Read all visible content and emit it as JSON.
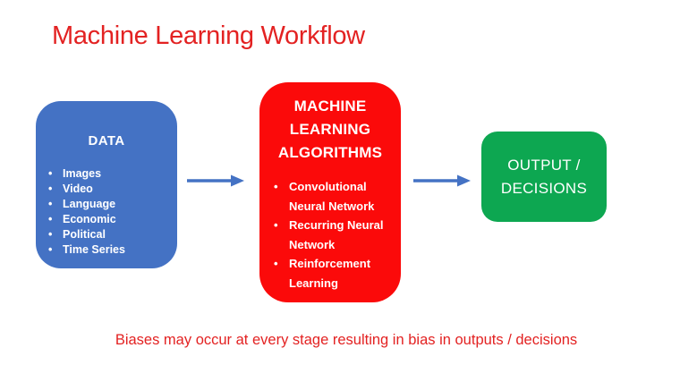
{
  "title": "Machine Learning Workflow",
  "caption": "Biases may occur at every stage resulting in bias in outputs / decisions",
  "colors": {
    "title_text": "#E32222",
    "caption_text": "#E32222",
    "data_box_fill": "#4472C4",
    "algorithms_box_fill": "#FB0A0A",
    "output_box_fill": "#0DA751",
    "arrow_stroke": "#4472C4",
    "box_text": "#FFFFFF"
  },
  "boxes": {
    "data": {
      "heading": "DATA",
      "items": [
        "Images",
        "Video",
        "Language",
        "Economic",
        "Political",
        "Time Series"
      ]
    },
    "algorithms": {
      "heading": "MACHINE LEARNING ALGORITHMS",
      "items": [
        "Convolutional Neural Network",
        "Recurring Neural Network",
        "Reinforcement Learning"
      ]
    },
    "output": {
      "lines": [
        "OUTPUT /",
        "DECISIONS"
      ]
    }
  },
  "arrows": [
    {
      "name": "data-to-algorithms"
    },
    {
      "name": "algorithms-to-output"
    }
  ]
}
